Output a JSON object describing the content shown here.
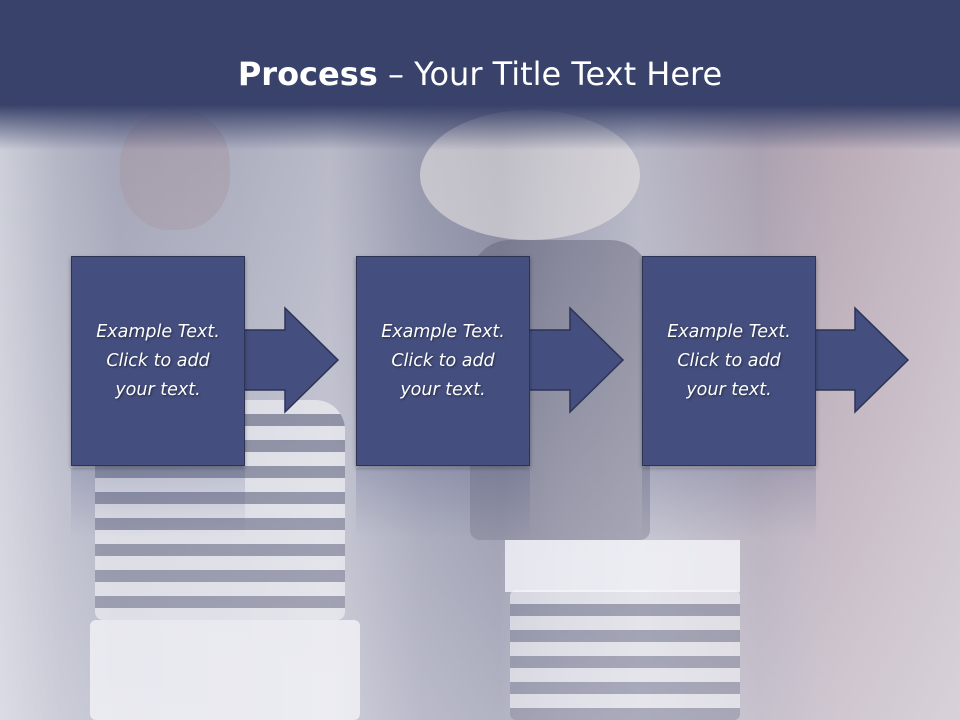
{
  "title": {
    "bold": "Process",
    "rest": " – Your Title Text Here"
  },
  "steps": [
    {
      "line1": "Example Text.",
      "line2": "Click  to add",
      "line3": "your text."
    },
    {
      "line1": "Example Text.",
      "line2": "Click  to add",
      "line3": "your text."
    },
    {
      "line1": "Example Text.",
      "line2": "Click  to add",
      "line3": "your text."
    }
  ],
  "colors": {
    "header": "#39426a",
    "box": "#454f7f",
    "box_border": "#2c3354",
    "text": "#ffffff"
  }
}
